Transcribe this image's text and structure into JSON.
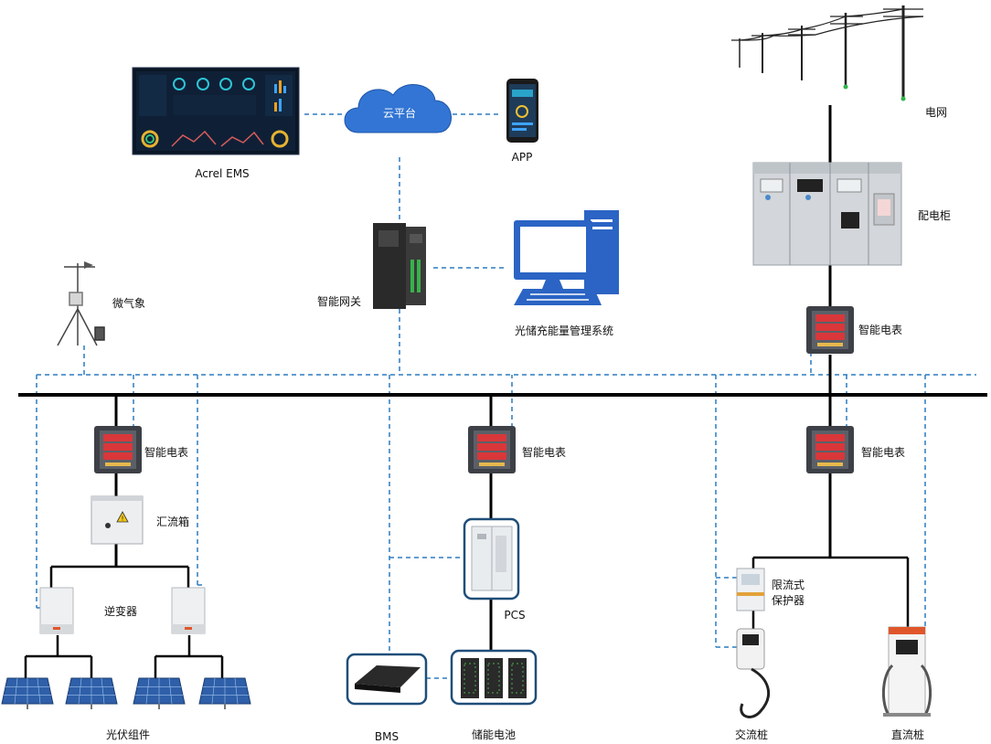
{
  "labels": {
    "ems": "Acrel EMS",
    "cloud": "云平台",
    "app": "APP",
    "grid": "电网",
    "cabinet": "配电柜",
    "gateway": "智能网关",
    "system": "光储充能量管理系统",
    "weather": "微气象",
    "meter": "智能电表",
    "combiner": "汇流箱",
    "inverter": "逆变器",
    "pv": "光伏组件",
    "pcs": "PCS",
    "bms": "BMS",
    "battery": "储能电池",
    "protector_line1": "限流式",
    "protector_line2": "保护器",
    "ac_charger": "交流桩",
    "dc_charger": "直流桩"
  },
  "colors": {
    "comm_line": "#2b7bbf",
    "power_line": "#000000",
    "cloud_fill": "#2f6fd1",
    "device_frame": "#1f4e79"
  }
}
